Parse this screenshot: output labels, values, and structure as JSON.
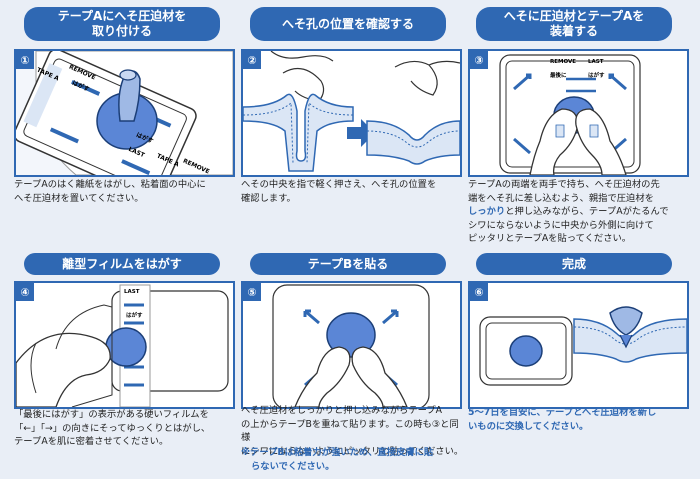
{
  "steps": [
    {
      "num": "①",
      "title_l1": "テープAにへそ圧迫材を",
      "title_l2": "取り付ける",
      "desc": [
        "テープAのはく離紙をはがし、粘着面の中心に",
        "へそ圧迫材を置いてください。"
      ],
      "labels": {
        "tape_a": "TAPE A",
        "remove": "REMOVE",
        "peel": "はがす",
        "last": "LAST",
        "remove_jp": "はがす",
        "tape_a_2": "TAPE A",
        "remove_2": "REMOVE"
      }
    },
    {
      "num": "②",
      "title": "へそ孔の位置を確認する",
      "desc": [
        "へその中央を指で軽く押さえ、へそ孔の位置を",
        "確認します。"
      ]
    },
    {
      "num": "③",
      "title_l1": "へそに圧迫材とテープAを",
      "title_l2": "装着する",
      "desc_parts": [
        [
          "テープAの両端を両手で持ち、へそ圧迫材の先"
        ],
        [
          "端をへそ孔に差し込むよう、親指で圧迫材を"
        ],
        [
          "しっかり",
          "と押し込みながら、テープAがたるんで"
        ],
        [
          "シワにならないように中央から外側に向けて"
        ],
        [
          "ピッタリとテープAを貼ってください。"
        ]
      ],
      "labels": {
        "remove": "REMOVE",
        "last": "LAST",
        "peel": "最後に",
        "hagasu": "はがす"
      }
    },
    {
      "num": "④",
      "title": "離型フィルムをはがす",
      "desc": [
        "「最後にはがす」の表示がある硬いフィルムを",
        "「←」「→」の向きにそってゆっくりとはがし、",
        "テープAを肌に密着させてください。"
      ],
      "labels": {
        "last": "LAST",
        "peel": "はがす"
      }
    },
    {
      "num": "⑤",
      "title": "テープBを貼る",
      "desc": [
        "へそ圧迫材をしっかりと押し込みながらテープA",
        "の上からテープBを重ねて貼ります。この時も③と同様",
        "にシワにならないようにピッタリと貼ってください。"
      ],
      "note": [
        "※テープBは粘着力が強いため、直接皮膚に貼",
        "らないでください。"
      ]
    },
    {
      "num": "⑥",
      "title": "完成",
      "note": [
        "5〜7日を目安に、テープとへそ圧迫材を新し",
        "いものに交換してください。"
      ]
    }
  ],
  "colors": {
    "primary": "#2f68b3",
    "accent": "#5b86d6",
    "light": "#dbe6f5",
    "bg": "#e9eef6"
  }
}
